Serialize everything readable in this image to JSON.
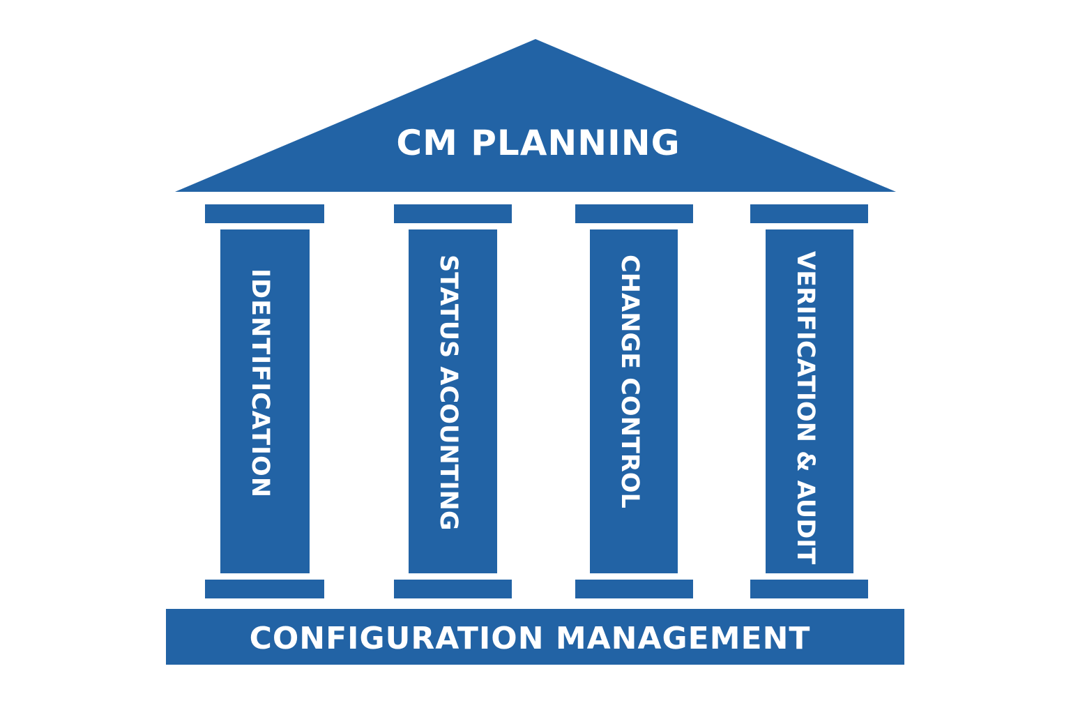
{
  "colors": {
    "primary_blue": "#2263a5",
    "text_white": "#ffffff",
    "background": "#ffffff"
  },
  "roof": {
    "title": "CM PLANNING"
  },
  "pillars": [
    {
      "label": "IDENTIFICATION"
    },
    {
      "label": "STATUS ACOUNTING"
    },
    {
      "label": "CHANGE CONTROL"
    },
    {
      "label": "VERIFICATION & AUDIT"
    }
  ],
  "base": {
    "title": "CONFIGURATION MANAGEMENT"
  }
}
